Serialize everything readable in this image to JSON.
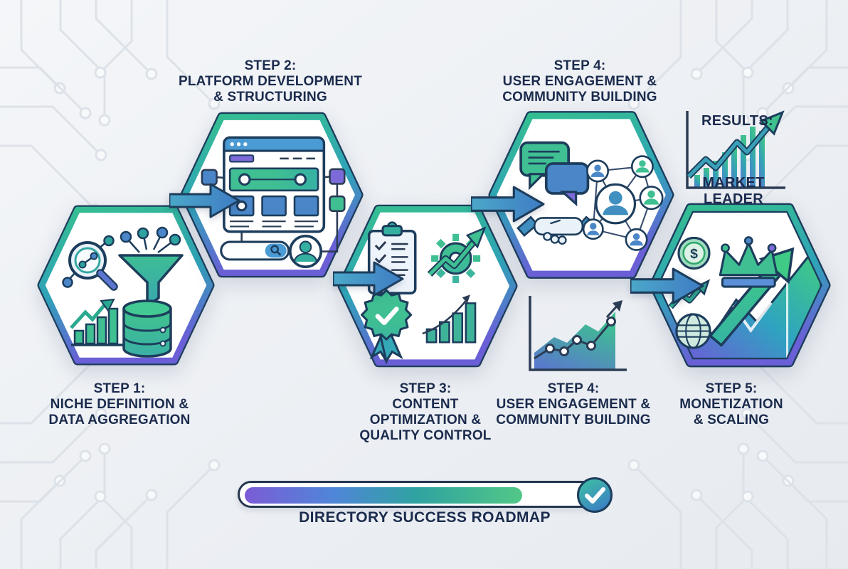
{
  "diagram_title": "DIRECTORY SUCCESS ROADMAP",
  "steps": [
    {
      "name": "step-1",
      "label_lines": [
        "STEP 1:",
        "NICHE DEFINITION &",
        "DATA AGGREGATION"
      ],
      "label_position": "below",
      "icons": [
        "magnifier-network-icon",
        "funnel-icon",
        "growth-bars-icon",
        "database-icon"
      ]
    },
    {
      "name": "step-2",
      "label_lines": [
        "STEP 2:",
        "PLATFORM DEVELOPMENT",
        "& STRUCTURING"
      ],
      "label_position": "above",
      "icons": [
        "browser-wireframe-icon",
        "search-pill-icon",
        "user-avatar-icon",
        "connector-nodes-icon"
      ]
    },
    {
      "name": "step-3",
      "label_lines": [
        "STEP 3:",
        "CONTENT",
        "OPTIMIZATION &",
        "QUALITY CONTROL"
      ],
      "label_position": "below",
      "icons": [
        "checklist-icon",
        "gear-growth-icon",
        "quality-badge-icon",
        "rising-bars-icon"
      ]
    },
    {
      "name": "step-4",
      "label_lines": [
        "STEP 4:",
        "USER ENGAGEMENT &",
        "COMMUNITY BUILDING"
      ],
      "label_position": "above",
      "icons": [
        "chat-bubbles-icon",
        "handshake-icon",
        "user-network-icon"
      ]
    },
    {
      "name": "step-5",
      "label_lines": [
        "STEP 5:",
        "MONETIZATION",
        "& SCALING"
      ],
      "label_position": "below",
      "icons": [
        "dollar-coin-icon",
        "crown-icon",
        "trend-arrow-icon",
        "globe-icon",
        "growth-area-chart-icon"
      ]
    }
  ],
  "step4_bottom_label_lines": [
    "STEP 4:",
    "USER ENGAGEMENT &",
    "COMMUNITY BUILDING"
  ],
  "results": {
    "title": "RESULTS:",
    "subtitle": "MARKET LEADER",
    "icon": "growth-chart-arrow-icon"
  },
  "engagement_chart_icon": "line-area-chart-icon",
  "currency_symbol": "$",
  "progress": {
    "caption": "DIRECTORY SUCCESS ROADMAP",
    "fill_percent": 76,
    "icon": "check-circle-icon"
  },
  "colors": {
    "background": "#edf0f4",
    "navy_text": "#1b2b4d",
    "outline": "#1d3d5c",
    "green": "#3fbf92",
    "teal": "#2fa3a0",
    "blue": "#4a86c8",
    "purple": "#6a5fd6",
    "arrow_blue": "#4487c4",
    "progress_gradient": [
      "#7b5cd6",
      "#4f86d8",
      "#2fa3a0",
      "#52c787"
    ]
  }
}
